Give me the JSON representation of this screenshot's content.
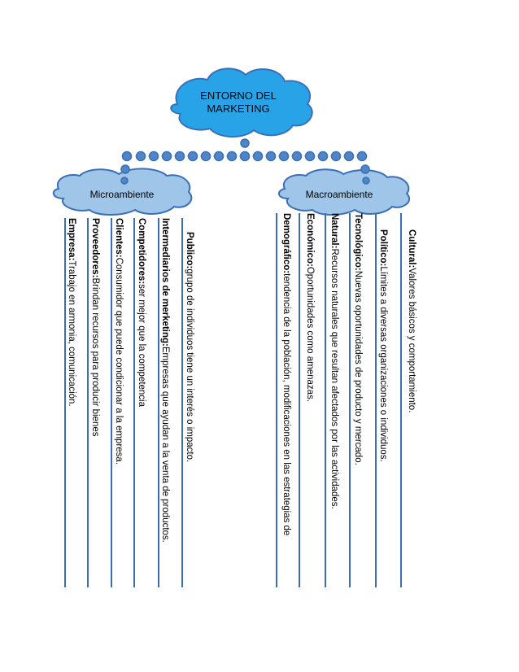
{
  "title": "ENTORNO DEL MARKETING",
  "branches": {
    "micro": {
      "label": "Microambiente",
      "items": [
        {
          "term": "Empresa:",
          "desc": "Trabajo en armonia, comunicación."
        },
        {
          "term": "Proveedores:",
          "desc": "Brindan recursos para producir bienes"
        },
        {
          "term": "Clientes:",
          "desc": "Consumidor que puede condicionar a la empresa."
        },
        {
          "term": "Competidores:",
          "desc": "ser mejor que la competencia"
        },
        {
          "term": "Intermediarios de merketing:",
          "desc": "Empresas que ayudan a la venta de productos."
        },
        {
          "term": "Publico:",
          "desc": "grupo de individuos tiene un interés o impacto."
        }
      ]
    },
    "macro": {
      "label": "Macroambiente",
      "items": [
        {
          "term": "Demográfico:",
          "desc": "tendencia de la población, modificaciones en las estrategias de"
        },
        {
          "term": "Económico:",
          "desc": "Oportunidades como amenazas."
        },
        {
          "term": "Natural:",
          "desc": "Recursos naturales que resultan afectados por las actividades."
        },
        {
          "term": "Tecnológico:",
          "desc": "Nuevas oportunidades de producto y mercado."
        },
        {
          "term": "Político:",
          "desc": "Límites a diversas organizaciones o individuos."
        },
        {
          "term": "Cultural:",
          "desc": "Valores básicos y comportamiento."
        }
      ]
    }
  },
  "colors": {
    "cloud_fill": "#29a3e8",
    "cloud_stroke": "#3a6fb8",
    "line": "#3a6fb8",
    "dot_fill": "#4f86c6"
  }
}
